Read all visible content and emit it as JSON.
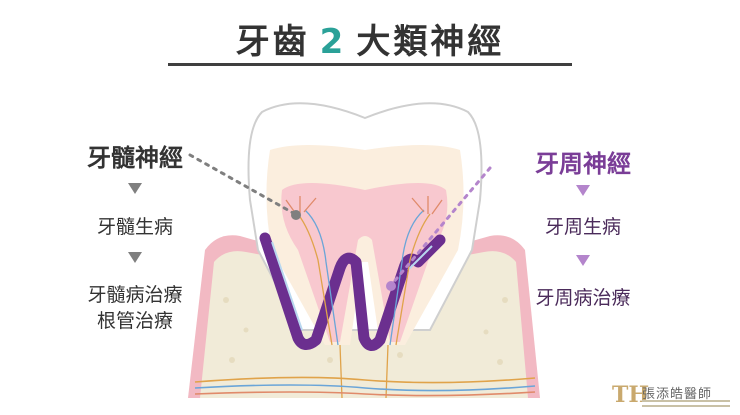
{
  "title": {
    "prefix": "牙齒",
    "number": "2",
    "suffix": "大類神經"
  },
  "left": {
    "heading": "牙髓神經",
    "step1": "牙髓生病",
    "step2_line1": "牙髓病治療",
    "step2_line2": "根管治療"
  },
  "right": {
    "heading": "牙周神經",
    "step1": "牙周生病",
    "step2": "牙周病治療"
  },
  "logo": {
    "mark": "TH",
    "name": "張添皓醫師"
  },
  "colors": {
    "title_number": "#2aa198",
    "pulp_accent": "#333333",
    "periodontal_accent": "#7a3d97",
    "gum": "#f2b9c3",
    "ligament": "#6b2f8f"
  }
}
